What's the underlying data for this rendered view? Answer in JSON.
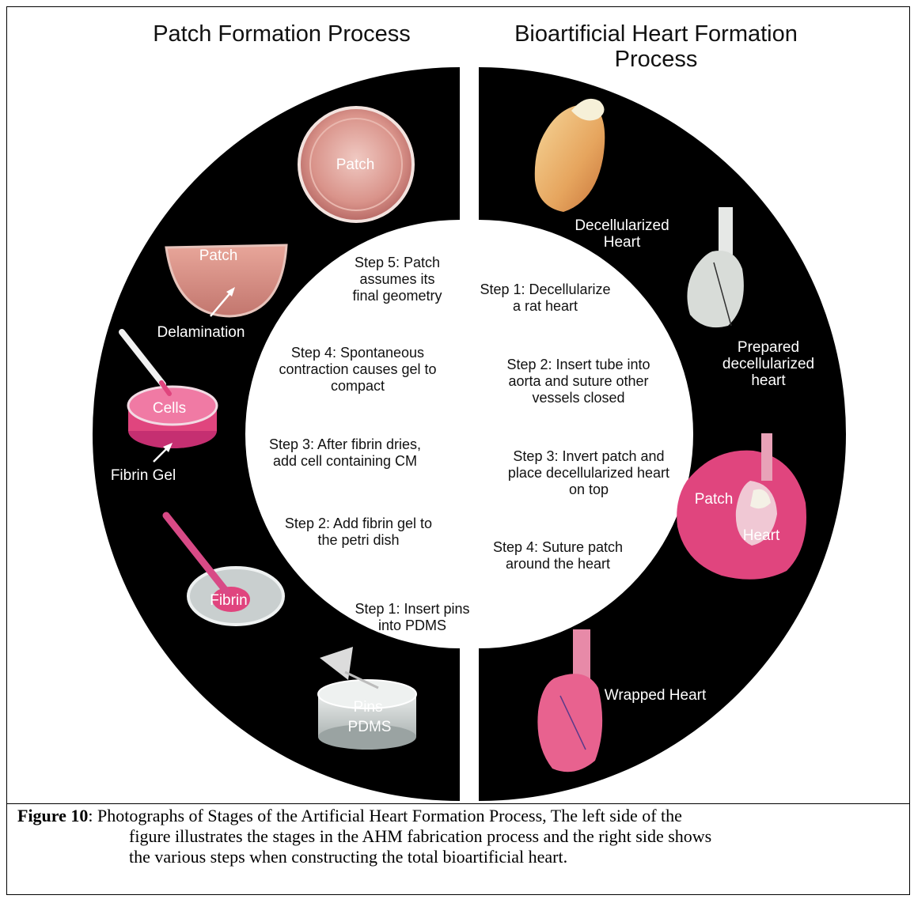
{
  "panels": {
    "left_title": "Patch Formation Process",
    "right_title_line1": "Bioartificial Heart Formation",
    "right_title_line2": "Process"
  },
  "patch_steps": {
    "step5": [
      "Step 5: Patch",
      "assumes its",
      "final geometry"
    ],
    "step4": [
      "Step 4: Spontaneous",
      "contraction causes gel to",
      "compact"
    ],
    "step3": [
      "Step 3: After fibrin dries,",
      "add cell containing CM"
    ],
    "step2": [
      "Step 2: Add fibrin gel to",
      "the petri dish"
    ],
    "step1": [
      "Step 1: Insert pins",
      "into PDMS"
    ]
  },
  "heart_steps": {
    "step1": [
      "Step 1:  Decellularize",
      "a rat heart"
    ],
    "step2": [
      "Step 2: Insert tube into",
      "aorta and suture other",
      "vessels closed"
    ],
    "step3": [
      "Step 3: Invert patch and",
      "place decellularized heart",
      "on top"
    ],
    "step4": [
      "Step 4: Suture patch",
      "around the heart"
    ]
  },
  "photo_labels": {
    "patch_top": "Patch",
    "patch_half": "Patch",
    "delamination": "Delamination",
    "cells": "Cells",
    "fibrin_gel": "Fibrin Gel",
    "fibrin": "Fibrin",
    "pins": "Pins",
    "pdms": "PDMS",
    "decellularized_1": "Decellularized",
    "decellularized_2": "Heart",
    "prepared_1": "Prepared",
    "prepared_2": "decellularized",
    "prepared_3": "heart",
    "patch_right": "Patch",
    "heart_right": "Heart",
    "wrapped": "Wrapped Heart"
  },
  "caption": {
    "label": "Figure 10",
    "line1": ":  Photographs of Stages of the Artificial Heart Formation Process, The left side of the",
    "line2": "figure illustrates the stages in the AHM fabrication process and the right side shows",
    "line3": "the various steps when constructing the total bioartificial heart."
  },
  "colors": {
    "ring": "#000000",
    "pink": "#e0457e",
    "patch_salmon": "#d98a7c",
    "heart_tan": "#e5b070",
    "decell_white": "#d8dcd8"
  }
}
